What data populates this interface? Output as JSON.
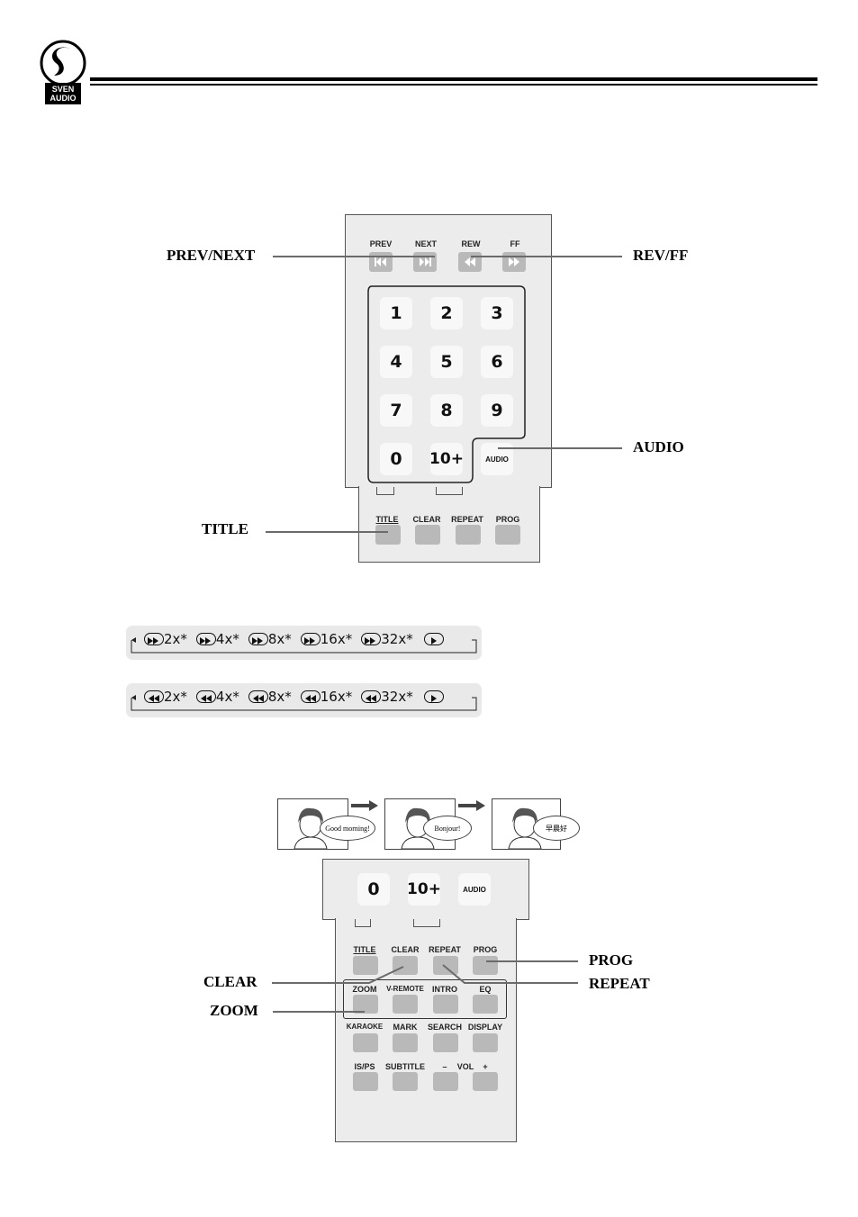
{
  "header": {
    "logo_text_1": "SVEN",
    "logo_text_2": "AUDIO"
  },
  "remote1": {
    "transport_labels": [
      "PREV",
      "NEXT",
      "REW",
      "FF"
    ],
    "numbers": [
      "1",
      "2",
      "3",
      "4",
      "5",
      "6",
      "7",
      "8",
      "9",
      "0",
      "10+"
    ],
    "audio_label": "AUDIO",
    "function_labels": [
      "TITLE",
      "CLEAR",
      "REPEAT",
      "PROG"
    ]
  },
  "callouts1": {
    "prev_next": "PREV/NEXT",
    "rev_ff": "REV/FF",
    "audio": "AUDIO",
    "title": "TITLE"
  },
  "ff_sequence": [
    "2x*",
    "4x*",
    "8x*",
    "16x*",
    "32x*"
  ],
  "rew_sequence": [
    "2x*",
    "4x*",
    "8x*",
    "16x*",
    "32x*"
  ],
  "speech": [
    "Good morning!",
    "Bonjour!",
    "早晨好"
  ],
  "remote2": {
    "top_keys": [
      "0",
      "10+",
      "AUDIO"
    ],
    "row1": [
      "TITLE",
      "CLEAR",
      "REPEAT",
      "PROG"
    ],
    "row2": [
      "ZOOM",
      "V-REMOTE",
      "INTRO",
      "EQ"
    ],
    "row3": [
      "KARAOKE",
      "MARK",
      "SEARCH",
      "DISPLAY"
    ],
    "row4": [
      "IS/PS",
      "SUBTITLE",
      "–",
      "VOL",
      "+"
    ]
  },
  "callouts2": {
    "prog": "PROG",
    "clear": "CLEAR",
    "repeat": "REPEAT",
    "zoom": "ZOOM"
  }
}
